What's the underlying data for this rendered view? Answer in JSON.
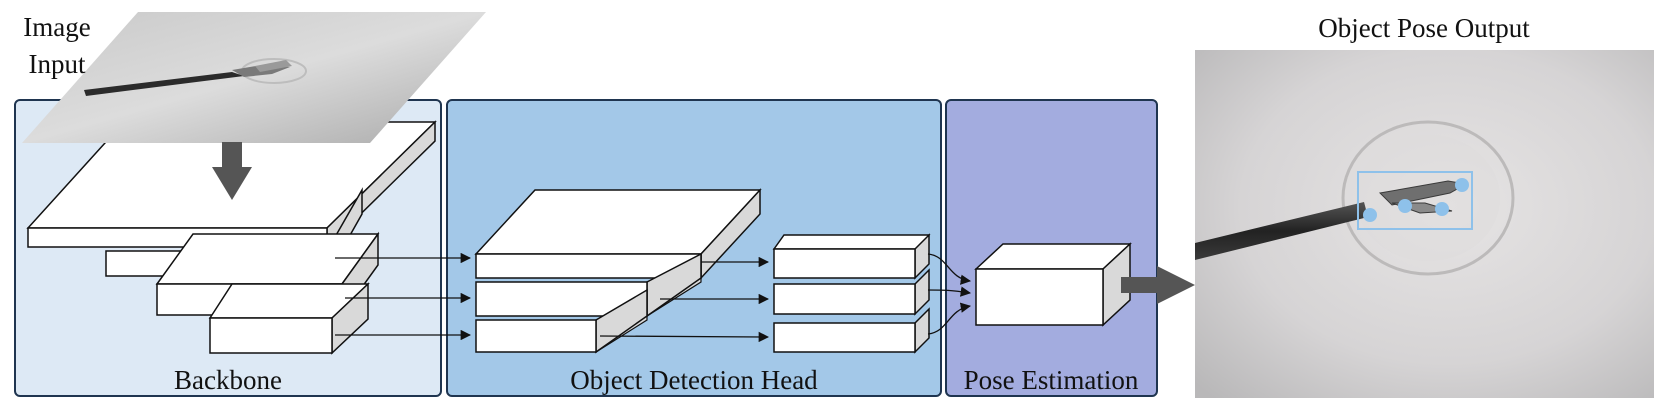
{
  "labels": {
    "image_input_line1": "Image",
    "image_input_line2": "Input",
    "output_title": "Object Pose Output",
    "backbone": "Backbone",
    "detection_head": "Object Detection Head",
    "pose_estimation": "Pose Estimation"
  },
  "colors": {
    "backbone_panel": "#dde9f5",
    "detection_panel": "#a3c8e8",
    "pose_panel": "#a3acdf",
    "panel_border": "#1f3550",
    "box_face": "#ffffff",
    "box_side": "#d9d9d9",
    "arrow": "#555555",
    "keypoint": "#8ec1ea"
  },
  "icons": {
    "input_arrow": "down-arrow-icon",
    "output_arrow": "right-arrow-icon"
  }
}
